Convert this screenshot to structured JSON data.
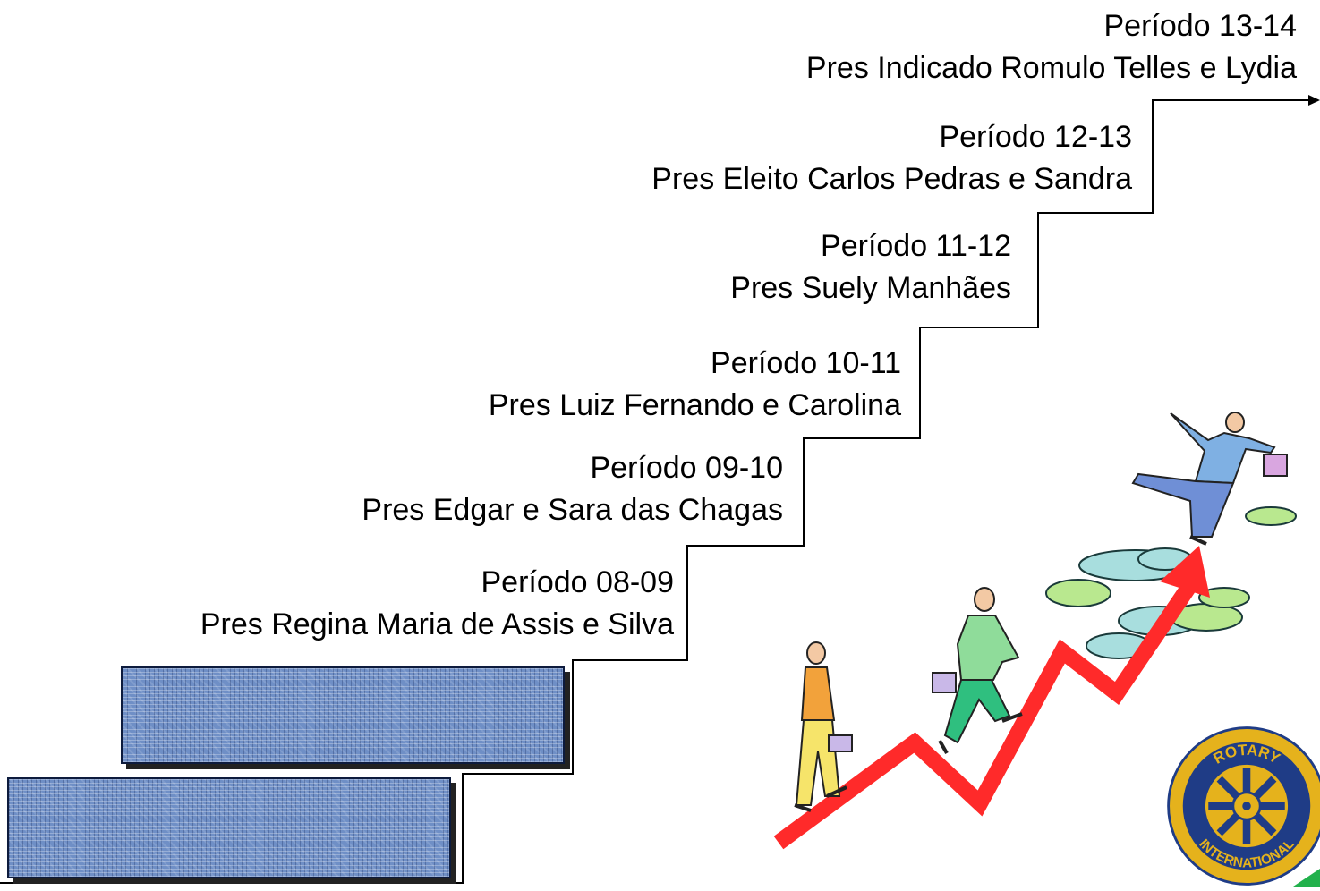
{
  "steps": [
    {
      "period": "Período 08-09",
      "president": "Pres Regina Maria de Assis e Silva"
    },
    {
      "period": "Período 09-10",
      "president": "Pres Edgar  e Sara das Chagas"
    },
    {
      "period": "Período 10-11",
      "president": "Pres Luiz Fernando e Carolina"
    },
    {
      "period": "Período 11-12",
      "president": "Pres Suely Manhães"
    },
    {
      "period": "Período 12-13",
      "president": "Pres Eleito Carlos Pedras e Sandra"
    },
    {
      "period": "Período 13-14",
      "president": "Pres Indicado Romulo Telles e Lydia"
    }
  ],
  "logo": {
    "ring_top": "ROTARY",
    "ring_bottom": "INTERNATIONAL"
  },
  "colors": {
    "stair_line": "#000000",
    "block_fill": "#6f8fc6",
    "arrow": "#ff2a2a",
    "cloud": "#a8dede",
    "cloud_green": "#b9e88f",
    "logo_gold": "#e5b21c",
    "logo_blue": "#1f3c86"
  }
}
